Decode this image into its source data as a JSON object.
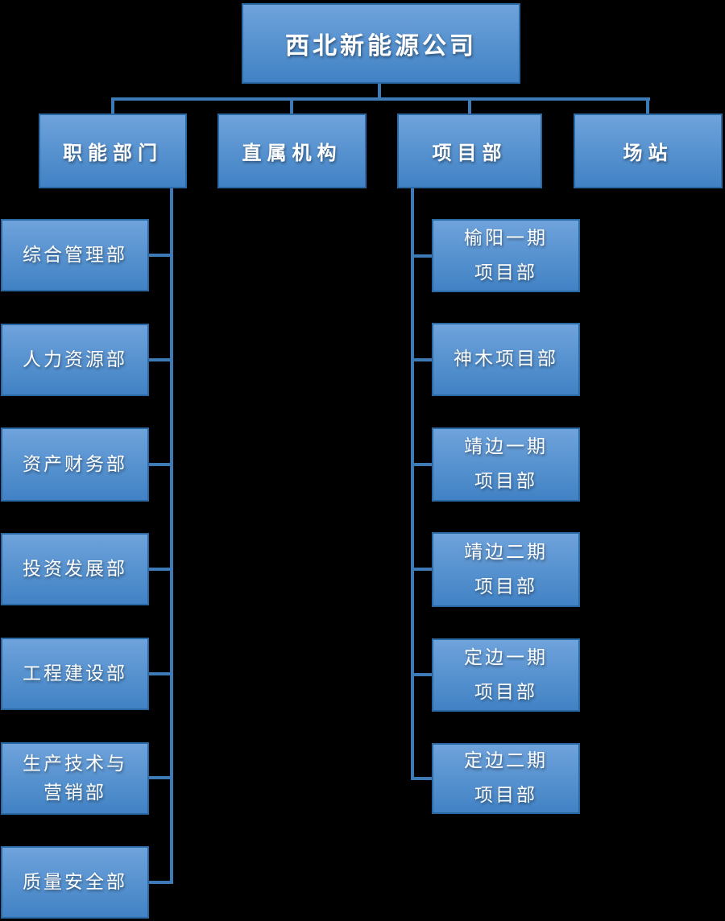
{
  "org": {
    "title": "西北新能源公司",
    "root": {
      "label": "西北新能源公司"
    },
    "level2": [
      {
        "label": "职能部门"
      },
      {
        "label": "直属机构"
      },
      {
        "label": "项目部"
      },
      {
        "label": "场站"
      }
    ],
    "functional_children": [
      {
        "label": "综合管理部"
      },
      {
        "label": "人力资源部"
      },
      {
        "label": "资产财务部"
      },
      {
        "label": "投资发展部"
      },
      {
        "label": "工程建设部"
      },
      {
        "label": "生产技术与\n营销部"
      },
      {
        "label": "质量安全部"
      }
    ],
    "project_children": [
      {
        "label": "榆阳一期\n项目部"
      },
      {
        "label": "神木项目部"
      },
      {
        "label": "靖边一期\n项目部"
      },
      {
        "label": "靖边二期\n项目部"
      },
      {
        "label": "定边一期\n项目部"
      },
      {
        "label": "定边二期\n项目部"
      }
    ],
    "colors": {
      "box_gradient_top": "#6FA3DC",
      "box_gradient_bottom": "#4182C5",
      "box_border": "#2B69A4",
      "connector": "#3E7BB6",
      "text": "#FFFFFF",
      "background": "#000000"
    }
  }
}
